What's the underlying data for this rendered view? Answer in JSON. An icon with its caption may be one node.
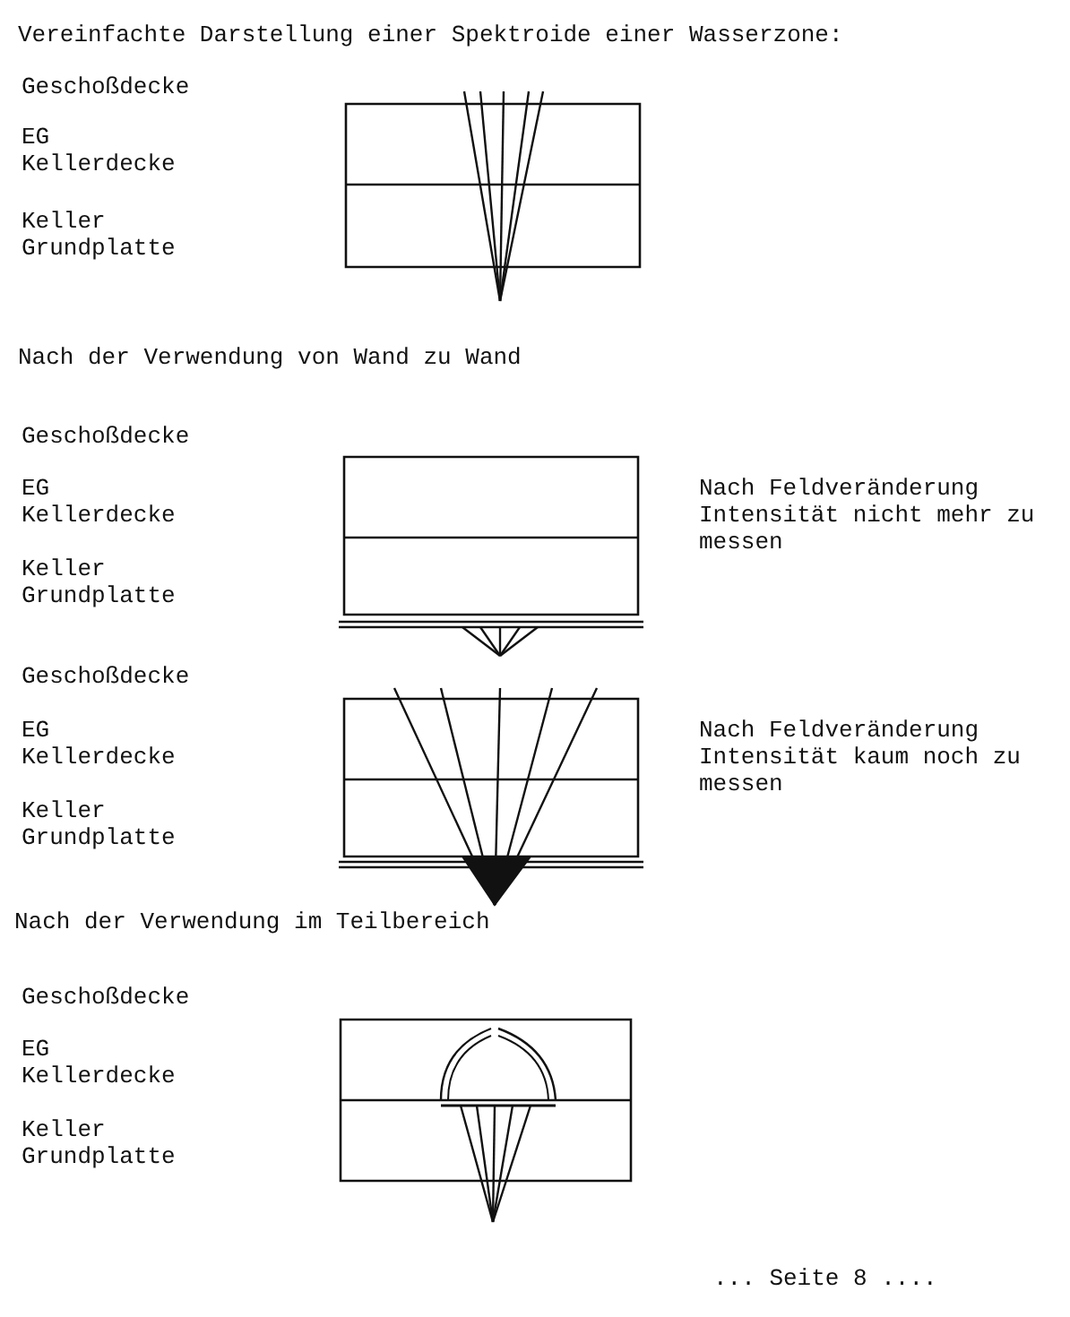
{
  "diagram": {
    "title": "Vereinfachte Darstellung einer Spektroide einer Wasserzone:",
    "labels": [
      "Geschoßdecke",
      "EG",
      "Kellerdecke",
      "Keller",
      "Grundplatte",
      "Nach der Verwendung von Wand zu Wand",
      "Geschoßdecke",
      "EG",
      "Kellerdecke",
      "Keller",
      "Grundplatte",
      "Nach Feldveränderung Intensität nicht mehr zu messen",
      "Geschoßdecke",
      "EG",
      "Kellerdecke",
      "Keller",
      "Grundplatte",
      "Nach Feldveränderung Intensität kaum noch zu messen",
      "Nach der Verwendung im Teilbereich",
      "Geschoßdecke",
      "EG",
      "Kellerdecke",
      "Keller",
      "Grundplatte",
      "... Seite 8 ...."
    ]
  }
}
